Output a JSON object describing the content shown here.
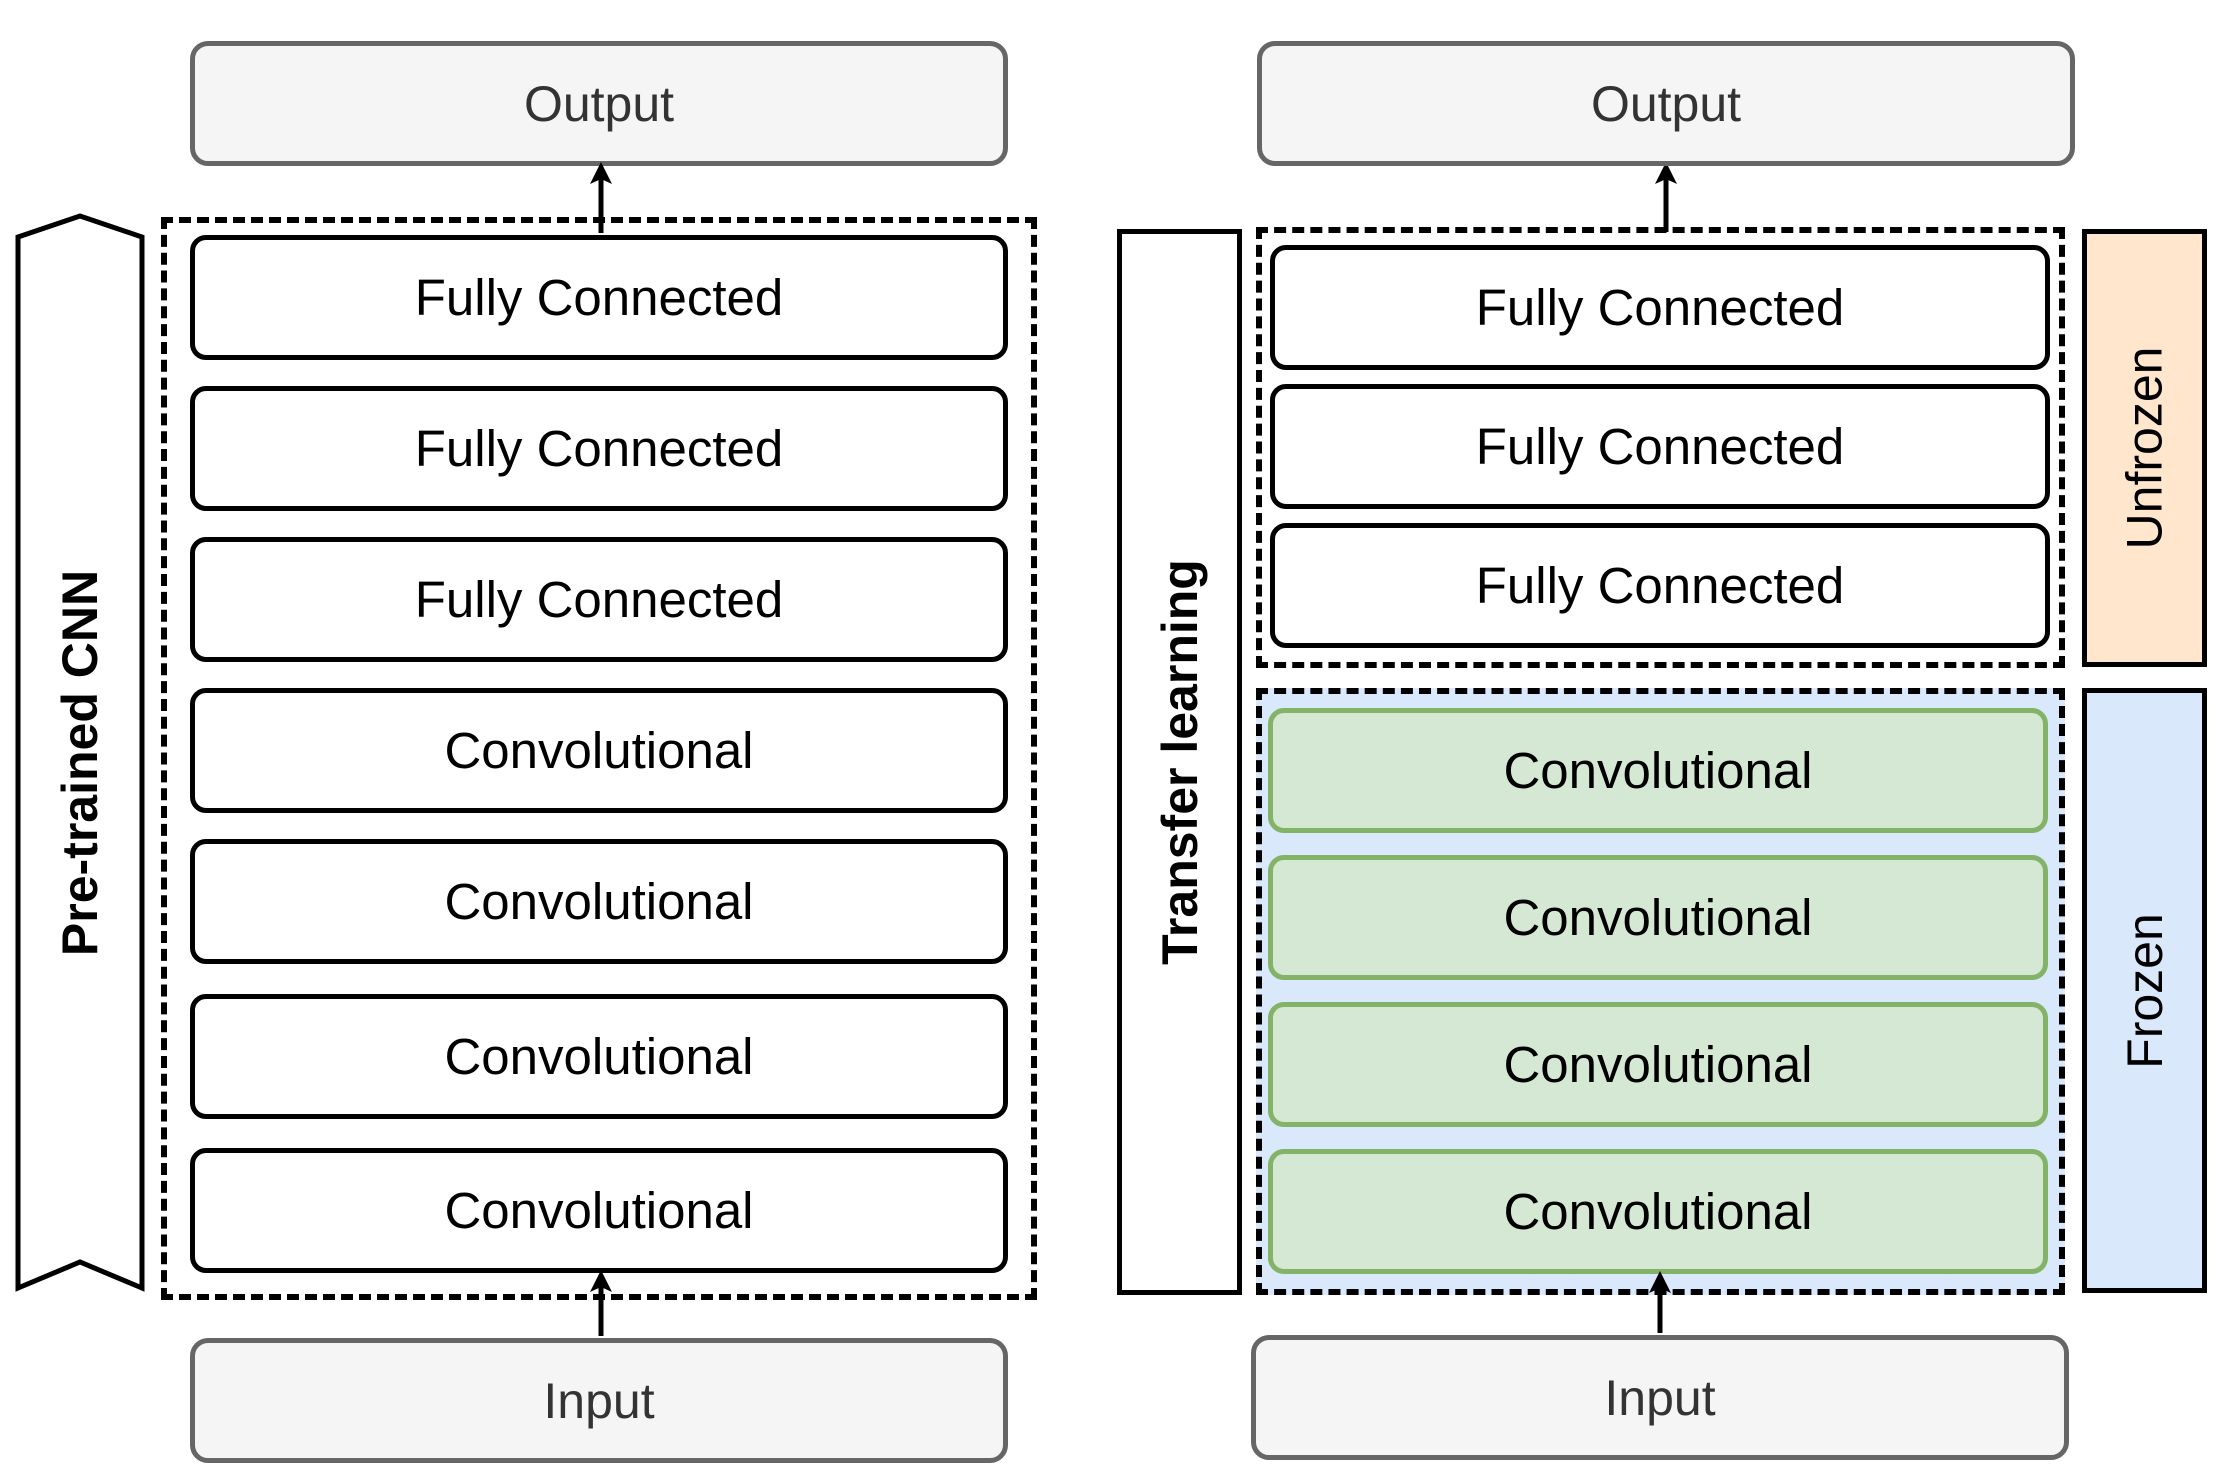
{
  "left_panel": {
    "output_label": "Output",
    "input_label": "Input",
    "side_label": "Pre-trained CNN",
    "layers": [
      "Fully Connected",
      "Fully Connected",
      "Fully Connected",
      "Convolutional",
      "Convolutional",
      "Convolutional",
      "Convolutional"
    ]
  },
  "right_panel": {
    "output_label": "Output",
    "input_label": "Input",
    "side_label": "Transfer learning",
    "unfrozen_label": "Unfrozen",
    "frozen_label": "Frozen",
    "unfrozen_layers": [
      "Fully Connected",
      "Fully Connected",
      "Fully Connected"
    ],
    "frozen_layers": [
      "Convolutional",
      "Convolutional",
      "Convolutional",
      "Convolutional"
    ]
  },
  "colors": {
    "io_fill": "#f5f5f5",
    "io_stroke": "#666666",
    "frozen_layer_fill": "#d5e8d4",
    "frozen_layer_stroke": "#82b366",
    "frozen_region_fill": "#dae8fc",
    "unfrozen_tag_fill": "#ffe6cc",
    "frozen_tag_fill": "#dae8fc"
  }
}
